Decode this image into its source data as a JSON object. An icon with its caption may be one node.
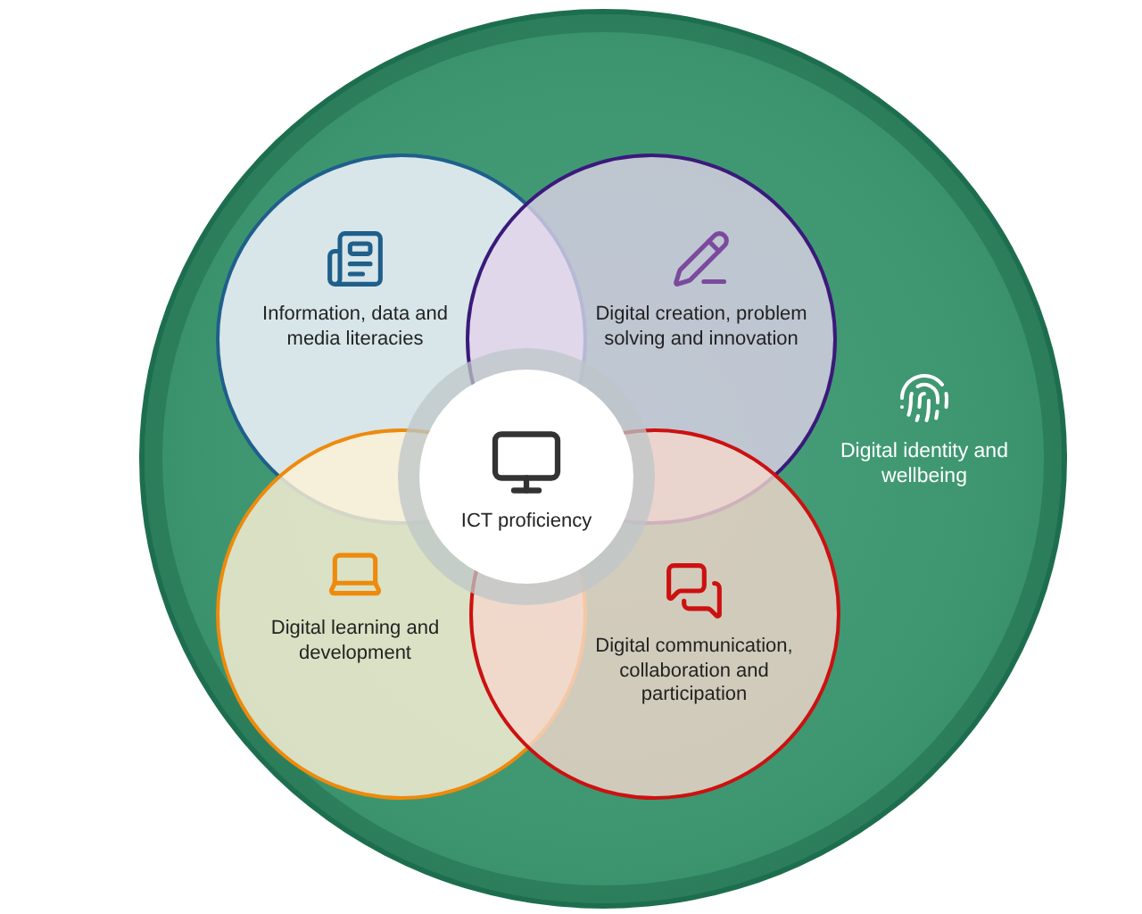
{
  "diagram": {
    "nodes": [
      {
        "text": [
          "Digital identity and wellbeing"
        ]
      },
      {
        "text": [
          "Information, data and media literacies"
        ],
        "in": 0
      },
      {
        "text": [
          "Digital creation, problem solving and innovation"
        ],
        "in": 0
      },
      {
        "text": [
          "Digital learning and development"
        ],
        "in": 0
      },
      {
        "text": [
          "Digital communication, collaboration and participation"
        ],
        "in": 0
      },
      {
        "text": [
          "ICT proficiency"
        ],
        "in": 0
      }
    ]
  }
}
